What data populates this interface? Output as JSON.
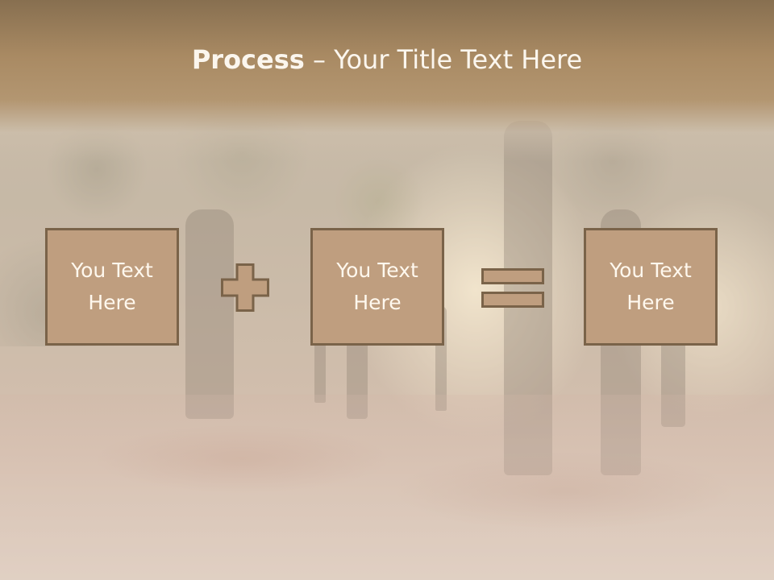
{
  "slide": {
    "title_bold": "Process",
    "title_rest": " – Your Title Text Here",
    "boxes": [
      {
        "text": "You Text\nHere"
      },
      {
        "text": "You Text\nHere"
      },
      {
        "text": "You Text\nHere"
      }
    ],
    "operators": [
      "plus-icon",
      "equals-icon"
    ]
  },
  "colors": {
    "title_band": "#a98a63",
    "box_fill": "#bf9e7f",
    "box_border": "#7a6349",
    "text": "#fbf6ee"
  }
}
